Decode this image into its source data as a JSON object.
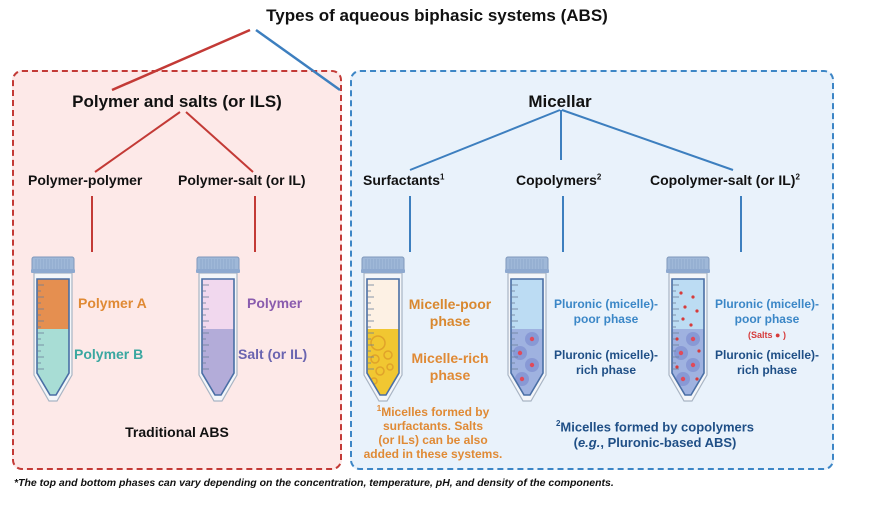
{
  "title": "Types of aqueous biphasic systems (ABS)",
  "colors": {
    "red_accent": "#c33a36",
    "blue_accent": "#3d86c6",
    "red_panel_bg": "#fde9e8",
    "blue_panel_bg": "#e9f2fb",
    "orange_text": "#e08a35",
    "teal_text": "#3aa7a0",
    "purple_text": "#8a5cae",
    "indigo_text": "#6a64b0",
    "blue_text": "#3b87c7",
    "dark_blue_text": "#1f4f86",
    "salt_red": "#d63b3b"
  },
  "left_panel": {
    "heading": "Polymer and salts (or ILS)",
    "caption": "Traditional ABS",
    "branches": [
      {
        "label": "Polymer-polymer",
        "tube": {
          "top_phase": "Polymer A",
          "bottom_phase": "Polymer B",
          "top_color": "#e58f50",
          "bottom_color": "#a8ddd5"
        }
      },
      {
        "label": "Polymer-salt (or IL)",
        "tube": {
          "top_phase": "Polymer",
          "bottom_phase": "Salt (or IL)",
          "top_color": "#f1d8ee",
          "bottom_color": "#b3acd9"
        }
      }
    ]
  },
  "right_panel": {
    "heading": "Micellar",
    "branches": [
      {
        "label": "Surfactants",
        "sup": "1",
        "tube": {
          "top_phase": "Micelle-poor phase",
          "bottom_phase": "Micelle-rich phase",
          "top_color": "#fdf1e4",
          "bottom_color": "#f1c731"
        }
      },
      {
        "label": "Copolymers",
        "sup": "2",
        "tube": {
          "top_phase": "Pluronic (micelle)-poor phase",
          "bottom_phase": "Pluronic (micelle)-rich phase",
          "top_color": "#bcdcf3",
          "bottom_color": "#9fb2e0"
        }
      },
      {
        "label": "Copolymer-salt (or IL)",
        "sup": "2",
        "tube": {
          "top_phase": "Pluronic (micelle)-poor phase",
          "salts_note": "(Salts ● )",
          "bottom_phase": "Pluronic (micelle)-rich phase",
          "top_color": "#bcdcf3",
          "bottom_color": "#9fb2e0"
        }
      }
    ],
    "note_surfactants": {
      "sup": "1",
      "lines": [
        "Micelles formed by",
        "surfactants. Salts",
        "(or ILs) can be also",
        "added in these systems."
      ]
    },
    "note_copolymers": {
      "sup": "2",
      "line1": "Micelles formed by copolymers",
      "line2_prefix": "(",
      "line2_italic": "e.g.",
      "line2_rest": ", Pluronic-based ABS)"
    }
  },
  "footer": "*The top and bottom phases can vary depending on the concentration, temperature, pH, and density of the components."
}
